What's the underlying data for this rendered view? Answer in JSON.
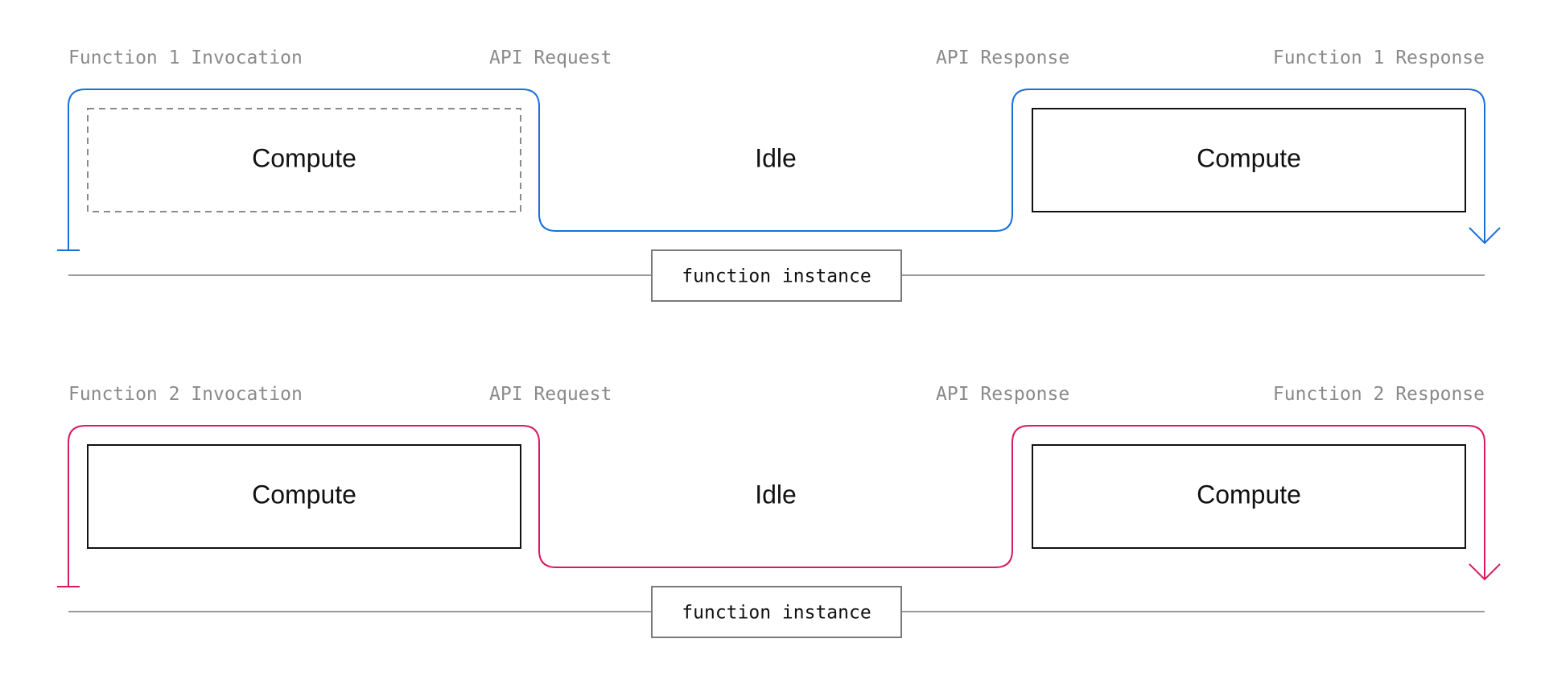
{
  "colors": {
    "row1_accent": "#1a6fdc",
    "row2_accent": "#d81b60",
    "text": "#111111",
    "muted_label": "#8a8a8a",
    "timeline": "#9a9a9a",
    "dashed_box": "#8a8a8a"
  },
  "rows": [
    {
      "id": "row-1",
      "labels": {
        "invocation": "Function 1 Invocation",
        "api_request": "API Request",
        "api_response": "API Response",
        "response": "Function 1 Response"
      },
      "boxes": {
        "compute_left": "Compute",
        "idle": "Idle",
        "compute_right": "Compute"
      },
      "compute_left_dashed": true,
      "instance_label": "function instance"
    },
    {
      "id": "row-2",
      "labels": {
        "invocation": "Function 2 Invocation",
        "api_request": "API Request",
        "api_response": "API Response",
        "response": "Function 2 Response"
      },
      "boxes": {
        "compute_left": "Compute",
        "idle": "Idle",
        "compute_right": "Compute"
      },
      "compute_left_dashed": false,
      "instance_label": "function instance"
    }
  ]
}
